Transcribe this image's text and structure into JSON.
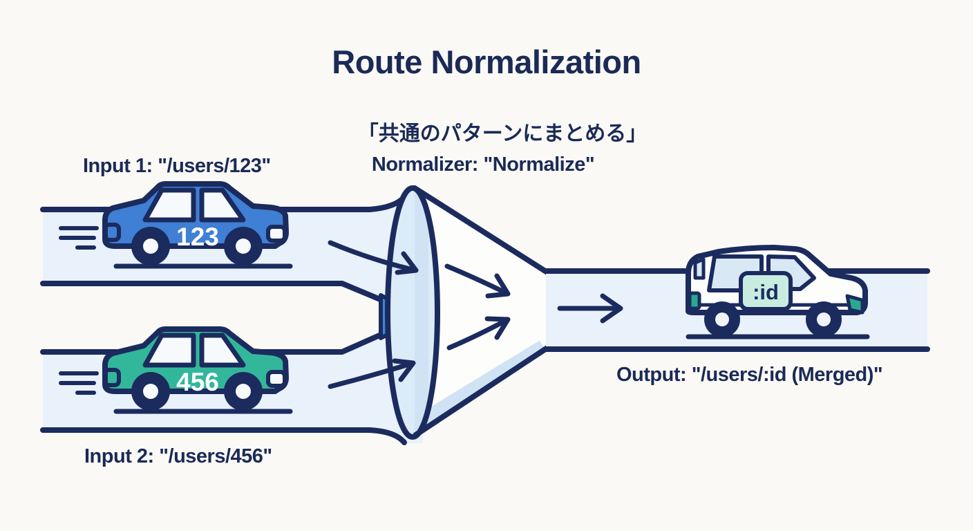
{
  "title": "Route Normalization",
  "annotation_jp": "「共通のパターンにまとめる」",
  "normalizer_label": "Normalizer: \"Normalize\"",
  "inputs": [
    {
      "label": "Input 1: \"/users/123\"",
      "plate": "123"
    },
    {
      "label": "Input 2: \"/users/456\"",
      "plate": "456"
    }
  ],
  "output": {
    "label": "Output: \"/users/:id (Merged)\"",
    "plate": ":id"
  },
  "colors": {
    "background": "#faf9f6",
    "navy": "#1b2b5e",
    "text_navy": "#1b2a56",
    "lane_fill": "#e9f1fa",
    "funnel_band": "#cfe3f4",
    "ellipse_fill": "#dcebf8",
    "blue_accent": "#3e86d8",
    "car1_fill": "#3f7fd4",
    "car2_fill": "#33b79b",
    "car_window": "#f6fafd",
    "output_car_fill": "#fdfdfc",
    "output_car_window": "#d9e8f5",
    "badge_fill": "#c9ece1",
    "teal_accent": "#2aa98f",
    "plate_text": "#ffffff"
  }
}
